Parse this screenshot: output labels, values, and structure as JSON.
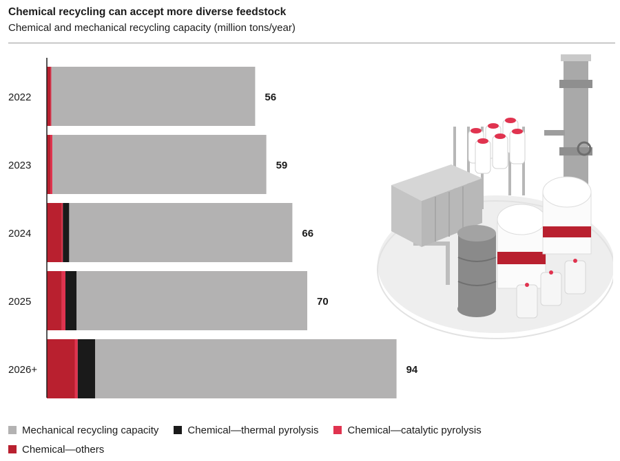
{
  "header": {
    "title": "Chemical recycling can accept more diverse feedstock",
    "subtitle": "Chemical and mechanical recycling capacity (million tons/year)"
  },
  "colors": {
    "mechanical": "#b3b2b2",
    "thermal": "#1a1a1a",
    "catalytic": "#e0334f",
    "others": "#b9202f"
  },
  "chart_data": {
    "type": "bar",
    "orientation": "horizontal",
    "stacked": true,
    "title": "Chemical recycling can accept more diverse feedstock",
    "subtitle": "Chemical and mechanical recycling capacity (million tons/year)",
    "categories": [
      "2022",
      "2023",
      "2024",
      "2025",
      "2026+"
    ],
    "totals": [
      56,
      59,
      66,
      70,
      94
    ],
    "xlim": [
      0,
      100
    ],
    "grid": false,
    "legend_position": "bottom",
    "series": [
      {
        "name": "Chemical—others",
        "key": "others",
        "values": [
          1.0,
          1.0,
          4.0,
          4.0,
          7.5
        ]
      },
      {
        "name": "Chemical—catalytic pyrolysis",
        "key": "catalytic",
        "values": [
          0.2,
          0.5,
          0.3,
          1.0,
          0.8
        ]
      },
      {
        "name": "Chemical—thermal pyrolysis",
        "key": "thermal",
        "values": [
          0.0,
          0.0,
          1.7,
          3.0,
          4.7
        ]
      },
      {
        "name": "Mechanical recycling capacity",
        "key": "mechanical",
        "values": [
          54.8,
          57.5,
          60.0,
          62.0,
          81.0
        ]
      }
    ]
  },
  "legend": [
    {
      "label": "Mechanical recycling capacity",
      "key": "mechanical"
    },
    {
      "label": "Chemical—thermal pyrolysis",
      "key": "thermal"
    },
    {
      "label": "Chemical—catalytic pyrolysis",
      "key": "catalytic"
    },
    {
      "label": "Chemical—others",
      "key": "others"
    }
  ]
}
